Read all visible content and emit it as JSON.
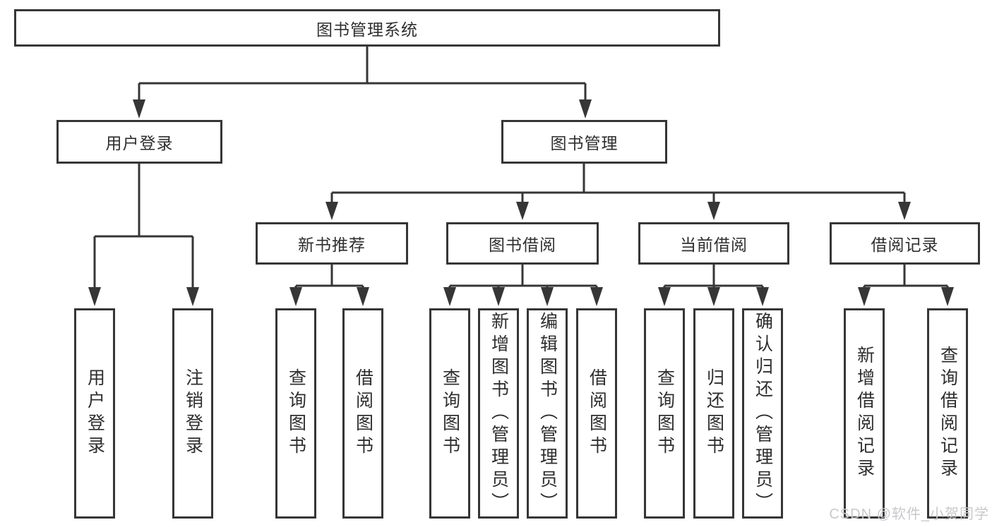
{
  "diagram": {
    "tree": {
      "label": "图书管理系统",
      "children": [
        {
          "label": "用户登录",
          "children": [
            {
              "label": "用户登录"
            },
            {
              "label": "注销登录"
            }
          ]
        },
        {
          "label": "图书管理",
          "children": [
            {
              "label": "新书推荐",
              "children": [
                {
                  "label": "查询图书"
                },
                {
                  "label": "借阅图书"
                }
              ]
            },
            {
              "label": "图书借阅",
              "children": [
                {
                  "label": "查询图书"
                },
                {
                  "label": "新增图书（管理员）"
                },
                {
                  "label": "编辑图书（管理员）"
                },
                {
                  "label": "借阅图书"
                }
              ]
            },
            {
              "label": "当前借阅",
              "children": [
                {
                  "label": "查询图书"
                },
                {
                  "label": "归还图书"
                },
                {
                  "label": "确认归还（管理员）"
                }
              ]
            },
            {
              "label": "借阅记录",
              "children": [
                {
                  "label": "新增借阅记录"
                },
                {
                  "label": "查询借阅记录"
                }
              ]
            }
          ]
        }
      ]
    },
    "colors": {
      "line": "#363636",
      "text": "#2e2e2e",
      "background": "#ffffff",
      "watermark": "#c6c9cd"
    }
  },
  "watermark": {
    "text": "CSDN @软件_小贺同学"
  }
}
